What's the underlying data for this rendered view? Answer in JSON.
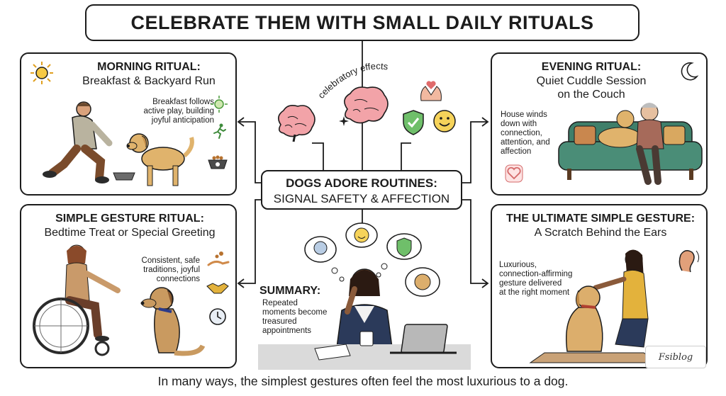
{
  "title": "CELEBRATE THEM WITH SMALL DAILY RITUALS",
  "center": {
    "line1": "DOGS ADORE ROUTINES:",
    "line2": "SIGNAL SAFETY & AFFECTION",
    "effects_label": "celebratory effects"
  },
  "panels": {
    "morning": {
      "title": "MORNING RITUAL:",
      "subtitle": "Breakfast & Backyard Run",
      "note": [
        "Breakfast follows",
        "active play, building",
        "joyful anticipation"
      ]
    },
    "evening": {
      "title": "EVENING RITUAL:",
      "subtitle": [
        "Quiet Cuddle Session",
        "on the Couch"
      ],
      "note": [
        "House winds",
        "down with",
        "connection,",
        "attention, and",
        "affection"
      ]
    },
    "gesture": {
      "title": "SIMPLE GESTURE RITUAL:",
      "subtitle": "Bedtime Treat or Special Greeting",
      "note": [
        "Consistent, safe",
        "traditions, joyful",
        "connections"
      ]
    },
    "ultimate": {
      "title": "THE ULTIMATE SIMPLE GESTURE:",
      "subtitle": "A Scratch Behind the Ears",
      "note": [
        "Luxurious,",
        "connection-affirming",
        "gesture delivered",
        "at the right moment"
      ]
    }
  },
  "summary": {
    "title": "SUMMARY:",
    "text": [
      "Repeated",
      "moments become",
      "treasured",
      "appointments"
    ]
  },
  "footer": "In many ways, the simplest gestures often feel the most luxurious to a dog.",
  "logo": "Fsiblog",
  "colors": {
    "outline": "#1c1c1c",
    "brain": "#f2a3a8",
    "shield": "#6fbf6a",
    "sofa": "#3f7f6a",
    "dog": "#d9a860",
    "mustard": "#e3b23c"
  }
}
